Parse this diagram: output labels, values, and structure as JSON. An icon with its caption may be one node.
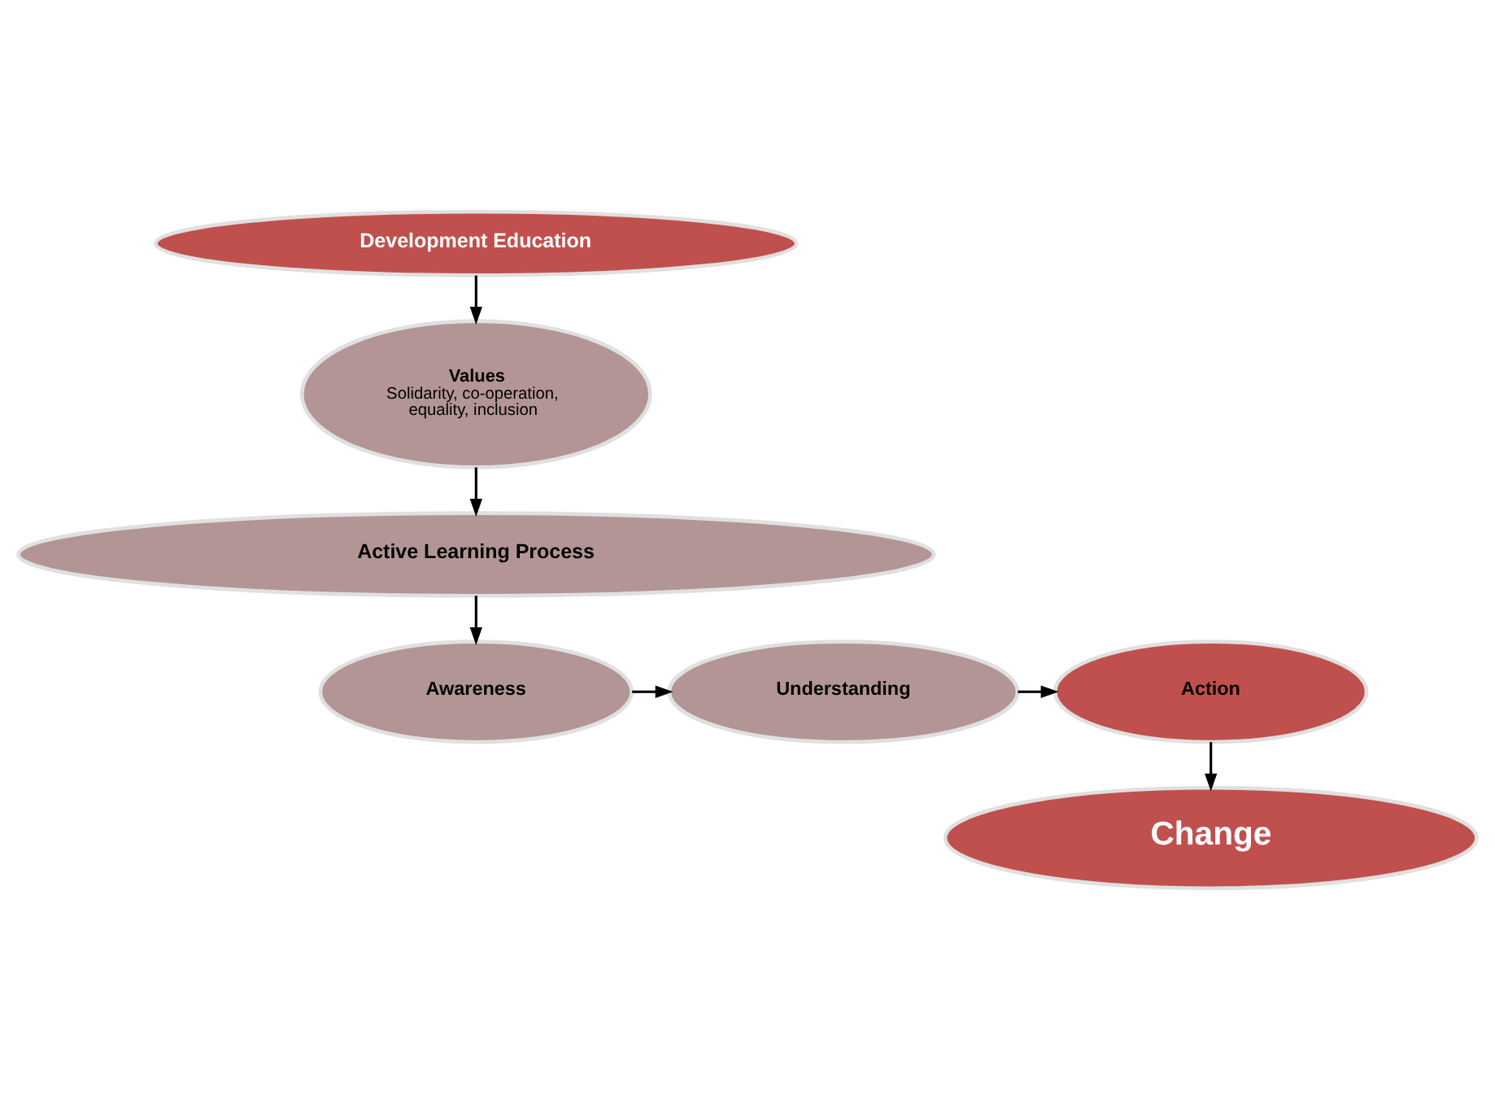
{
  "diagram": {
    "nodes": [
      {
        "text": [
          "Development Education"
        ]
      },
      {
        "text": [
          "Values",
          "Solidarity, co-operation, equality, inclusion"
        ]
      },
      {
        "text": [
          "Active Learning Process"
        ]
      },
      {
        "text": [
          "Awareness"
        ]
      },
      {
        "text": [
          "Understanding"
        ]
      },
      {
        "text": [
          "Action"
        ]
      },
      {
        "text": [
          "Change"
        ]
      }
    ],
    "edges": [
      {
        "from": 0,
        "to": 1,
        "arrow": "to"
      },
      {
        "from": 1,
        "to": 2,
        "arrow": "to"
      },
      {
        "from": 2,
        "to": 3,
        "arrow": "to"
      },
      {
        "from": 3,
        "to": 4,
        "arrow": "to"
      },
      {
        "from": 4,
        "to": 5,
        "arrow": "to"
      },
      {
        "from": 5,
        "to": 6,
        "arrow": "to"
      }
    ]
  }
}
